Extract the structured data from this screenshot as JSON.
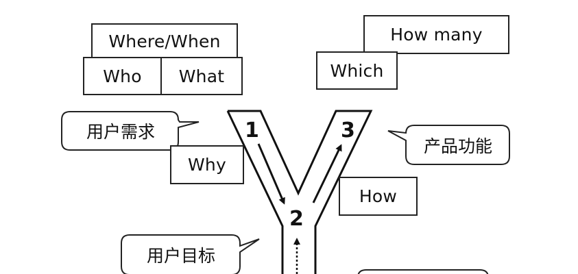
{
  "question_boxes": {
    "where_when": "Where/When",
    "who": "Who",
    "what": "What",
    "how_many": "How many",
    "which": "Which",
    "why": "Why",
    "how": "How"
  },
  "bubbles": {
    "user_needs": "用户需求",
    "product_features": "产品功能",
    "user_goals": "用户目标"
  },
  "steps": {
    "step1": "1",
    "step2": "2",
    "step3": "3"
  }
}
